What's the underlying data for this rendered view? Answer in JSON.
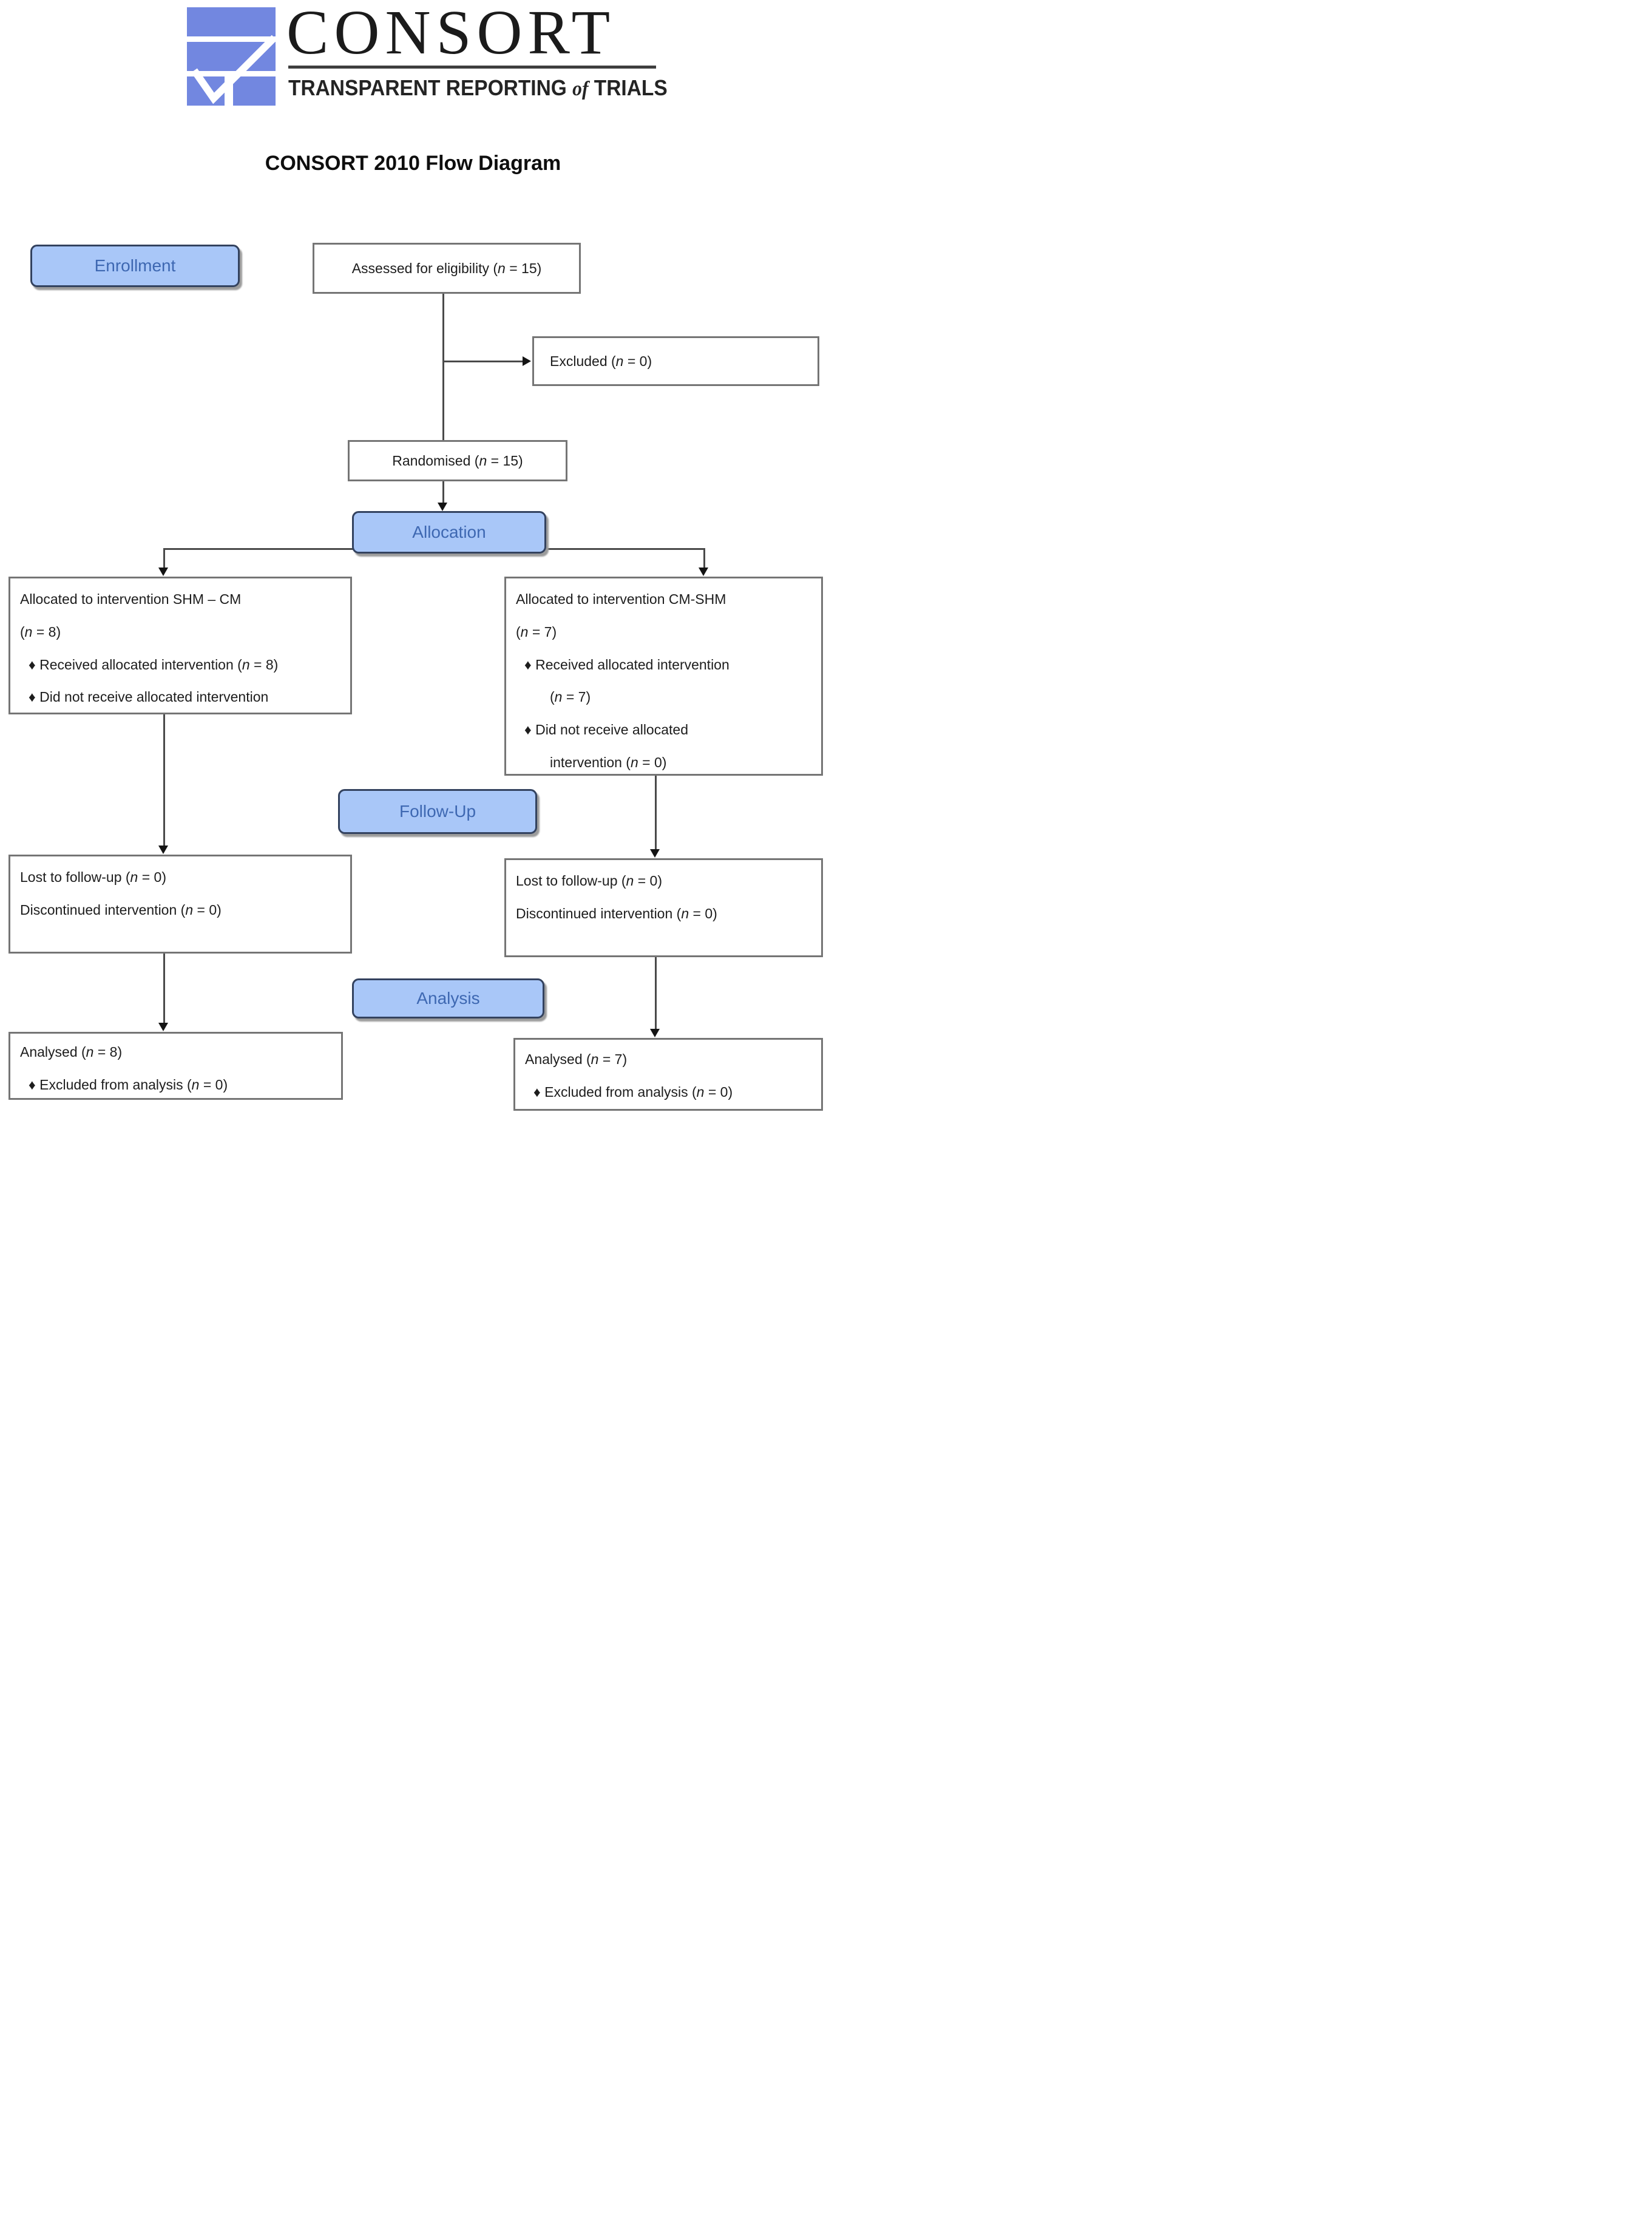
{
  "logo": {
    "brand": "CONSORT",
    "tagline": {
      "pre": "TRANSPARENT REPORTING",
      "mid": "of",
      "post": "TRIALS"
    }
  },
  "title": "CONSORT 2010 Flow Diagram",
  "stage_labels": {
    "enrollment": "Enrollment",
    "allocation": "Allocation",
    "follow_up": "Follow-Up",
    "analysis": "Analysis"
  },
  "boxes": {
    "assessed": {
      "text": "Assessed for eligibility (n = 15)"
    },
    "excluded": {
      "text": "Excluded (n = 0)"
    },
    "randomised": {
      "text": "Randomised (n = 15)"
    },
    "allocated_left": {
      "title": "Allocated to intervention SHM – CM",
      "n": "(n = 8)",
      "bullet1": "♦ Received allocated intervention (n = 8)",
      "bullet2": "♦ Did not receive allocated intervention"
    },
    "allocated_right": {
      "title": "Allocated to intervention CM-SHM",
      "n": "(n = 7)",
      "bullet1": "♦ Received allocated intervention",
      "bullet1_cont": "(n = 7)",
      "bullet2": "♦ Did not receive allocated",
      "bullet2_cont": "intervention (n = 0)"
    },
    "followup_left": {
      "line1": "Lost to follow-up (n = 0)",
      "line2": "Discontinued intervention (n = 0)"
    },
    "followup_right": {
      "line1": "Lost to follow-up (n = 0)",
      "line2": "Discontinued intervention (n = 0)"
    },
    "analysed_left": {
      "line1": "Analysed (n = 8)",
      "bullet1": "♦ Excluded from analysis (n = 0)"
    },
    "analysed_right": {
      "line1": "Analysed (n = 7)",
      "bullet1": "♦ Excluded from analysis (n = 0)"
    }
  },
  "colors": {
    "logo_blue": "#7287e0",
    "stage_fill": "#a9c7f8",
    "stage_border": "#33425f",
    "stage_text": "#3e68b2",
    "box_border": "#757575",
    "connector": "#4a4a4a"
  }
}
